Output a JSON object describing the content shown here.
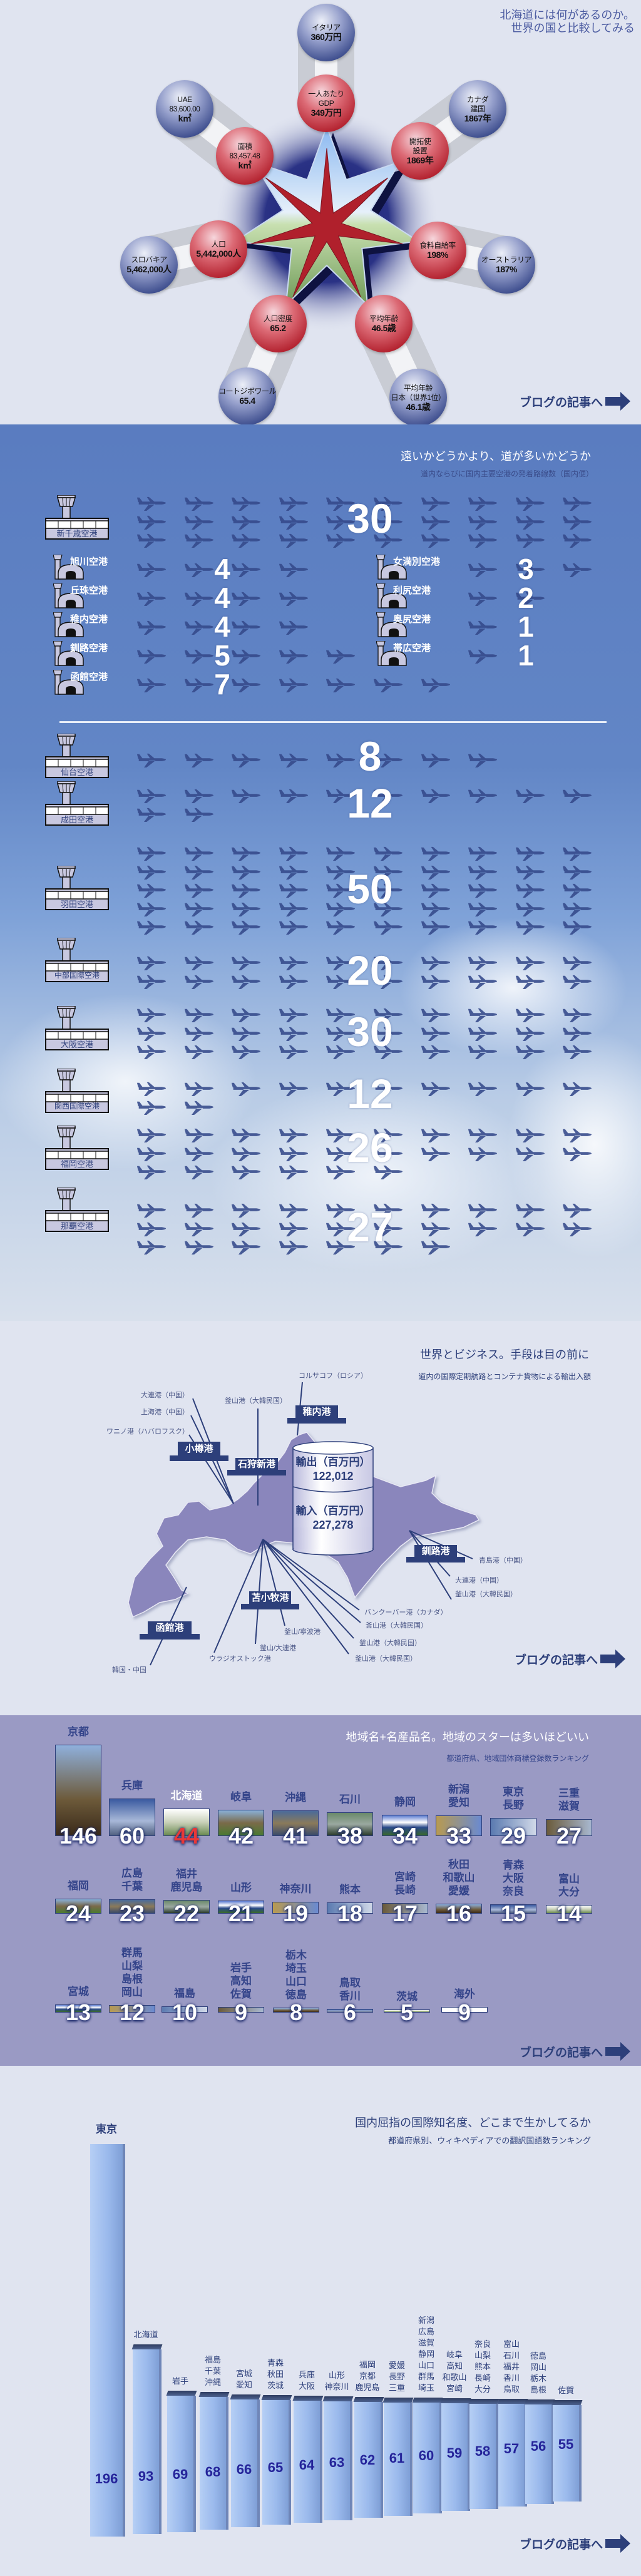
{
  "hokkaido_vs_world": {
    "title_lines": [
      "北海道には何があるのか。",
      "世界の国と比較してみる"
    ],
    "comparisons": [
      {
        "metric": {
          "lines": [
            "一人あたり",
            "GDP",
            "349万円"
          ]
        },
        "country": {
          "lines": [
            "イタリア",
            "360万円"
          ]
        }
      },
      {
        "metric": {
          "lines": [
            "面積",
            "83,457.48",
            "k㎡"
          ]
        },
        "country": {
          "lines": [
            "UAE",
            "83,600.00",
            "k㎡"
          ]
        }
      },
      {
        "metric": {
          "lines": [
            "開拓使",
            "設置",
            "1869年"
          ]
        },
        "country": {
          "lines": [
            "カナダ",
            "建国",
            "1867年"
          ]
        }
      },
      {
        "metric": {
          "lines": [
            "人口",
            "5,442,000人"
          ]
        },
        "country": {
          "lines": [
            "スロバキア",
            "5,462,000人"
          ]
        }
      },
      {
        "metric": {
          "lines": [
            "食料自給率",
            "198%"
          ]
        },
        "country": {
          "lines": [
            "オーストラリア",
            "187%"
          ]
        }
      },
      {
        "metric": {
          "lines": [
            "人口密度",
            "65.2"
          ]
        },
        "country": {
          "lines": [
            "コートジボワール",
            "65.4"
          ]
        }
      },
      {
        "metric": {
          "lines": [
            "平均年齢",
            "46.5歳"
          ]
        },
        "country": {
          "lines": [
            "平均年齢",
            "日本（世界1位）",
            "46.1歳"
          ]
        }
      }
    ],
    "blog_link": "ブログの記事へ"
  },
  "airports": {
    "title": "遠いかどうかより、道が多いかどうか",
    "subtitle": "道内ならびに国内主要空港の発着路線数（国内便）",
    "hub": {
      "name": "新千歳空港",
      "routes": 30
    },
    "hokkaido_left": [
      {
        "name": "旭川空港",
        "routes": 4
      },
      {
        "name": "丘珠空港",
        "routes": 4
      },
      {
        "name": "稚内空港",
        "routes": 4
      },
      {
        "name": "釧路空港",
        "routes": 5
      },
      {
        "name": "函館空港",
        "routes": 7
      }
    ],
    "hokkaido_right": [
      {
        "name": "女満別空港",
        "routes": 3
      },
      {
        "name": "利尻空港",
        "routes": 2
      },
      {
        "name": "奥尻空港",
        "routes": 1
      },
      {
        "name": "帯広空港",
        "routes": 1
      }
    ],
    "national": [
      {
        "name": "仙台空港",
        "routes": 8
      },
      {
        "name": "成田空港",
        "routes": 12
      },
      {
        "name": "羽田空港",
        "routes": 50
      },
      {
        "name": "中部国際空港",
        "routes": 20
      },
      {
        "name": "大阪空港",
        "routes": 30
      },
      {
        "name": "関西国際空港",
        "routes": 12
      },
      {
        "name": "福岡空港",
        "routes": 26
      },
      {
        "name": "那覇空港",
        "routes": 27
      }
    ]
  },
  "ports": {
    "title": "世界とビジネス。手段は目の前に",
    "subtitle": "道内の国際定期航路とコンテナ貨物による輸出入額",
    "export_label": "輸出（百万円）",
    "export_value": "122,012",
    "import_label": "輸入（百万円）",
    "import_value": "227,278",
    "ports": [
      {
        "name": "稚内港",
        "destinations": [
          "コルサコフ（ロシア）"
        ]
      },
      {
        "name": "小樽港",
        "destinations": [
          "大連港（中国）",
          "上海港（中国）",
          "ワニノ港（ハバロフスク）"
        ]
      },
      {
        "name": "石狩新港",
        "destinations": [
          "釜山港（大韓民国）"
        ]
      },
      {
        "name": "苫小牧港",
        "destinations": [
          "ウラジオストック港",
          "釜山/大連港",
          "釜山/寧波港",
          "釜山港（大韓民国）",
          "釜山港（大韓民国）",
          "釜山港（大韓民国）",
          "バンクーバー港（カナダ）"
        ]
      },
      {
        "name": "釧路港",
        "destinations": [
          "青島港（中国）",
          "大連港（中国）",
          "釜山港（大韓民国）"
        ]
      },
      {
        "name": "函館港",
        "destinations": [
          "韓国・中国"
        ]
      }
    ],
    "blog_link": "ブログの記事へ"
  },
  "regional_brands": {
    "title": "地域名+名産品名。地域のスターは多いほどいい",
    "subtitle": "都道府県、地域団体商標登録数ランキング",
    "rows": [
      [
        {
          "names": [
            "京都"
          ],
          "value": 146
        },
        {
          "names": [
            "兵庫"
          ],
          "value": 60
        },
        {
          "names": [
            "北海道"
          ],
          "value": 44,
          "highlight": true
        },
        {
          "names": [
            "岐阜"
          ],
          "value": 42
        },
        {
          "names": [
            "沖縄"
          ],
          "value": 41
        },
        {
          "names": [
            "石川"
          ],
          "value": 38
        },
        {
          "names": [
            "静岡"
          ],
          "value": 34
        },
        {
          "names": [
            "新潟",
            "愛知"
          ],
          "value": 33
        },
        {
          "names": [
            "東京",
            "長野"
          ],
          "value": 29
        },
        {
          "names": [
            "三重",
            "滋賀"
          ],
          "value": 27
        }
      ],
      [
        {
          "names": [
            "福岡"
          ],
          "value": 24
        },
        {
          "names": [
            "広島",
            "千葉"
          ],
          "value": 23
        },
        {
          "names": [
            "福井",
            "鹿児島"
          ],
          "value": 22
        },
        {
          "names": [
            "山形"
          ],
          "value": 21
        },
        {
          "names": [
            "神奈川"
          ],
          "value": 19
        },
        {
          "names": [
            "熊本"
          ],
          "value": 18
        },
        {
          "names": [
            "宮崎",
            "長崎"
          ],
          "value": 17
        },
        {
          "names": [
            "秋田",
            "和歌山",
            "愛媛"
          ],
          "value": 16
        },
        {
          "names": [
            "青森",
            "大阪",
            "奈良"
          ],
          "value": 15
        },
        {
          "names": [
            "富山",
            "大分"
          ],
          "value": 14
        }
      ],
      [
        {
          "names": [
            "宮城"
          ],
          "value": 13
        },
        {
          "names": [
            "群馬",
            "山梨",
            "島根",
            "岡山"
          ],
          "value": 12
        },
        {
          "names": [
            "福島"
          ],
          "value": 10
        },
        {
          "names": [
            "岩手",
            "高知",
            "佐賀"
          ],
          "value": 9
        },
        {
          "names": [
            "栃木",
            "埼玉",
            "山口",
            "徳島"
          ],
          "value": 8
        },
        {
          "names": [
            "鳥取",
            "香川"
          ],
          "value": 6
        },
        {
          "names": [
            "茨城"
          ],
          "value": 5
        },
        {
          "names": [
            "海外"
          ],
          "value": 9
        }
      ]
    ],
    "blog_link": "ブログの記事へ"
  },
  "wikipedia_ranking": {
    "title": "国内屈指の国際知名度、どこまで生かしてるか",
    "subtitle": "都道府県別、ウィキペディアでの翻訳国語数ランキング",
    "blog_link": "ブログの記事へ"
  },
  "chart_data": {
    "type": "bar",
    "title": "都道府県別、ウィキペディアでの翻訳国語数ランキング",
    "categories": [
      [
        "東京"
      ],
      [
        "北海道"
      ],
      [
        "岩手"
      ],
      [
        "福島",
        "千葉",
        "沖縄"
      ],
      [
        "宮城",
        "愛知"
      ],
      [
        "青森",
        "秋田",
        "茨城"
      ],
      [
        "兵庫",
        "大阪"
      ],
      [
        "山形",
        "神奈川"
      ],
      [
        "福岡",
        "京都",
        "鹿児島"
      ],
      [
        "愛媛",
        "長野",
        "三重"
      ],
      [
        "新潟",
        "広島",
        "滋賀",
        "静岡",
        "山口",
        "群馬",
        "埼玉"
      ],
      [
        "岐阜",
        "高知",
        "和歌山",
        "宮崎"
      ],
      [
        "奈良",
        "山梨",
        "熊本",
        "長崎",
        "大分"
      ],
      [
        "富山",
        "石川",
        "福井",
        "香川",
        "鳥取"
      ],
      [
        "徳島",
        "岡山",
        "栃木",
        "島根"
      ],
      [
        "佐賀"
      ]
    ],
    "values": [
      196,
      93,
      69,
      68,
      66,
      65,
      64,
      63,
      62,
      61,
      60,
      59,
      58,
      57,
      56,
      55
    ],
    "xlabel": "",
    "ylabel": "",
    "grid": false
  }
}
